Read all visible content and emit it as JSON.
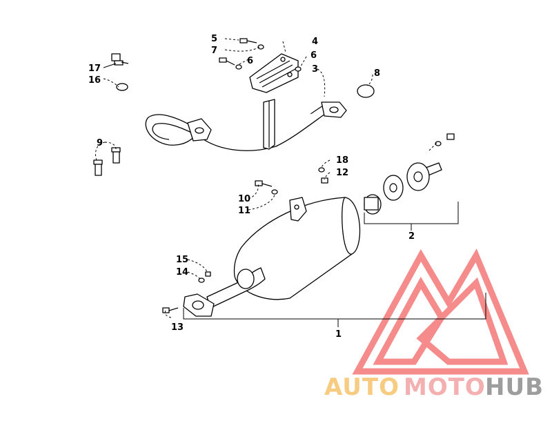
{
  "callouts": {
    "c1": "1",
    "c2": "2",
    "c3": "3",
    "c4": "4",
    "c5": "5",
    "c6a": "6",
    "c6b": "6",
    "c7": "7",
    "c8": "8",
    "c9": "9",
    "c10": "10",
    "c11": "11",
    "c12": "12",
    "c13": "13",
    "c14": "14",
    "c15": "15",
    "c16": "16",
    "c17": "17",
    "c18": "18"
  },
  "watermark": {
    "auto": "AUTO",
    "moto": "MOTO",
    "hub": "HUB",
    "colors": {
      "auto": "#f6c36b",
      "moto": "#f3a3a3",
      "hub": "#8c8c8c",
      "logo": "#ef4a4a"
    }
  }
}
